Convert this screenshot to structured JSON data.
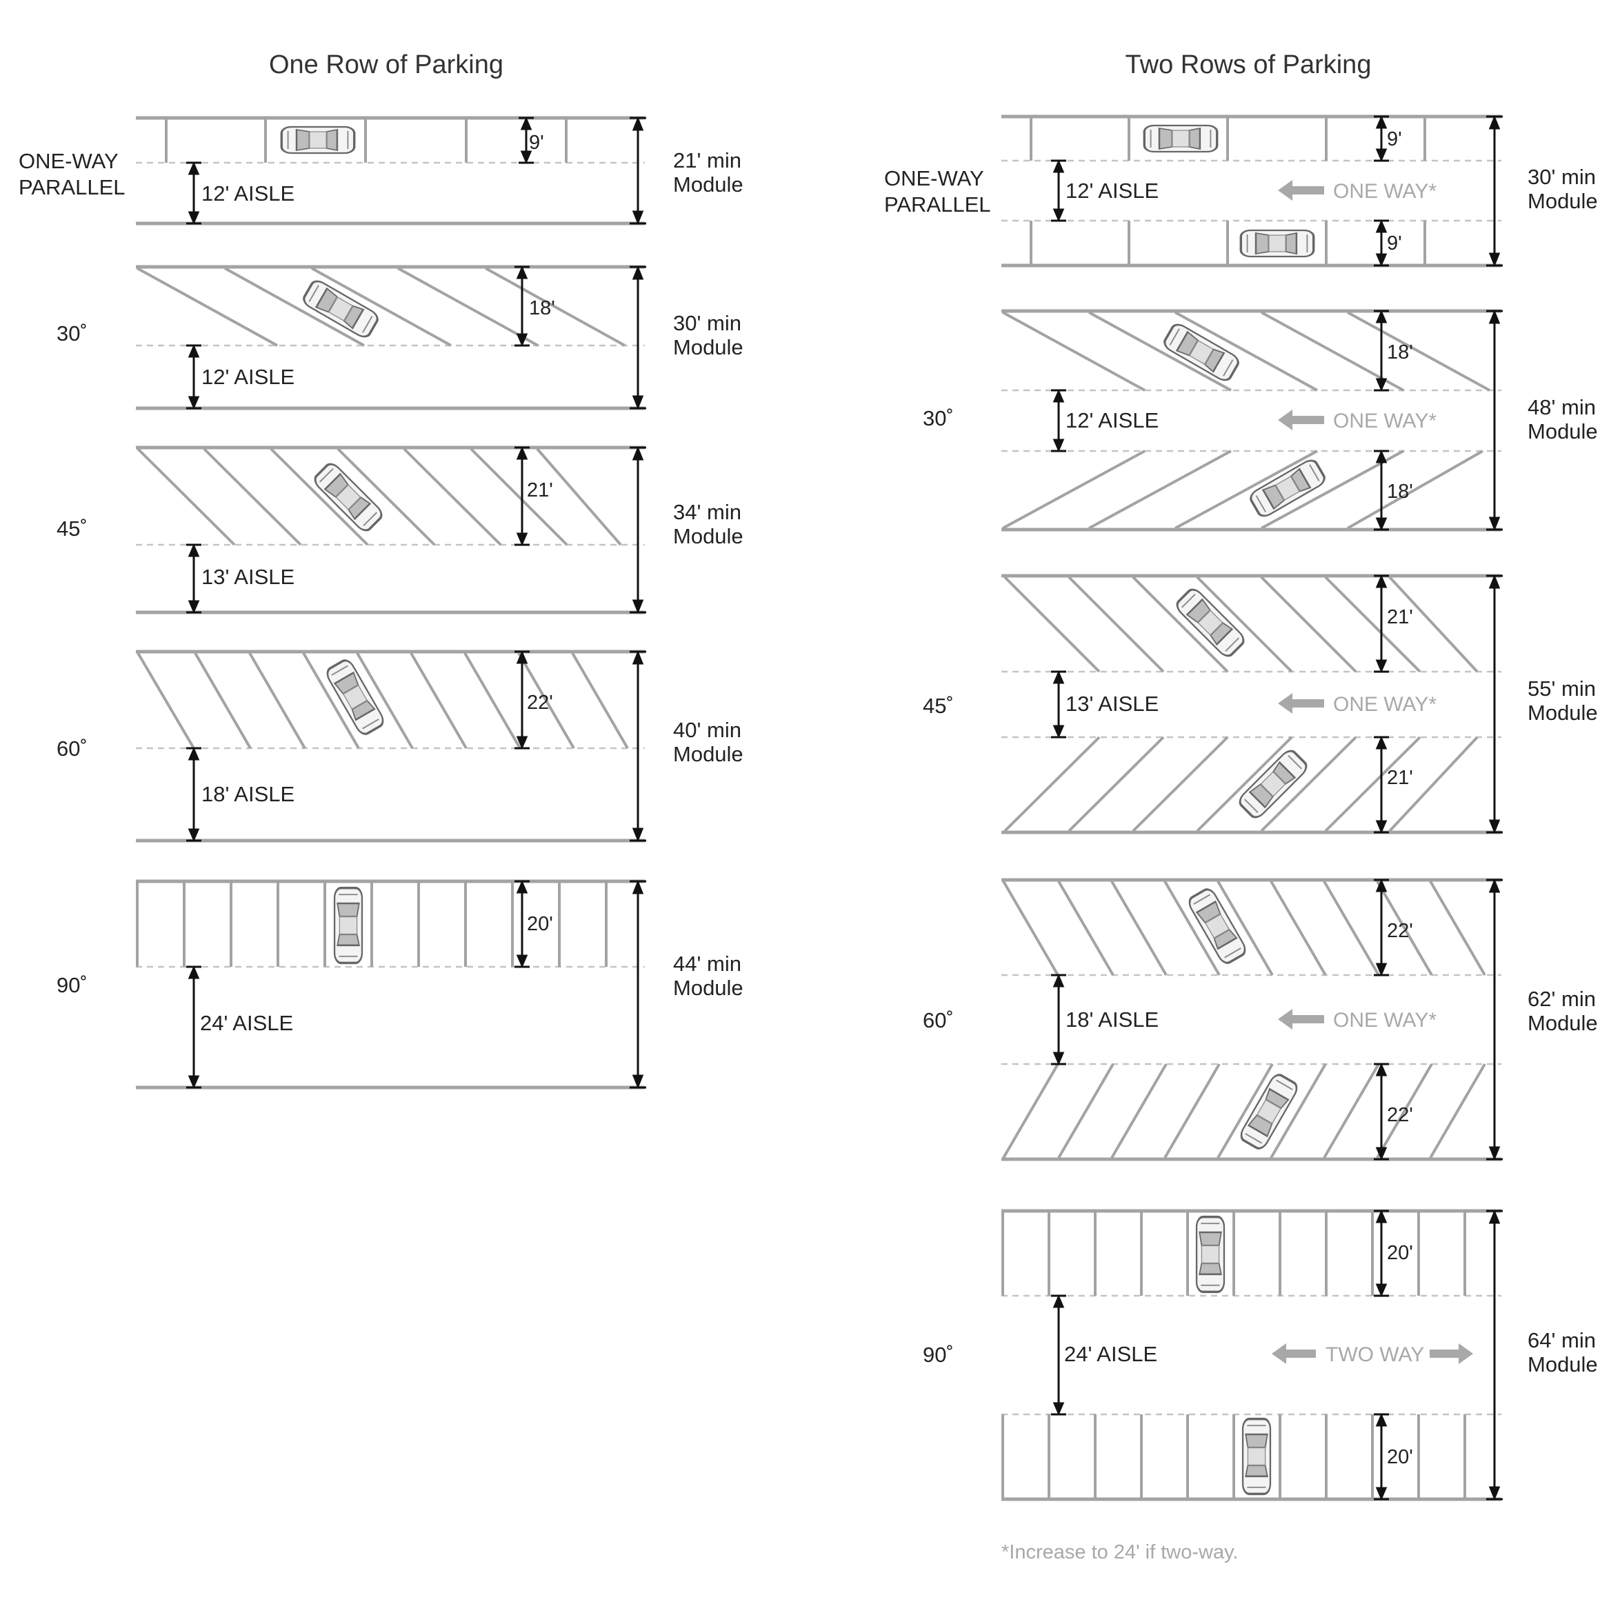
{
  "titles": {
    "one_row": "One Row of Parking",
    "two_rows": "Two Rows of Parking"
  },
  "one_row": [
    {
      "angle_label": "ONE-WAY\nPARALLEL",
      "stall": "9'",
      "aisle": "12' AISLE",
      "module_value": "21' min",
      "module_word": "Module"
    },
    {
      "angle_label": "30˚",
      "stall": "18'",
      "aisle": "12' AISLE",
      "module_value": "30' min",
      "module_word": "Module"
    },
    {
      "angle_label": "45˚",
      "stall": "21'",
      "aisle": "13' AISLE",
      "module_value": "34' min",
      "module_word": "Module"
    },
    {
      "angle_label": "60˚",
      "stall": "22'",
      "aisle": "18' AISLE",
      "module_value": "40' min",
      "module_word": "Module"
    },
    {
      "angle_label": "90˚",
      "stall": "20'",
      "aisle": "24' AISLE",
      "module_value": "44' min",
      "module_word": "Module"
    }
  ],
  "two_rows": [
    {
      "angle_label": "ONE-WAY\nPARALLEL",
      "stall_top": "9'",
      "stall_bottom": "9'",
      "aisle": "12' AISLE",
      "flow": "ONE WAY*",
      "module_value": "30' min",
      "module_word": "Module"
    },
    {
      "angle_label": "30˚",
      "stall_top": "18'",
      "stall_bottom": "18'",
      "aisle": "12' AISLE",
      "flow": "ONE WAY*",
      "module_value": "48' min",
      "module_word": "Module"
    },
    {
      "angle_label": "45˚",
      "stall_top": "21'",
      "stall_bottom": "21'",
      "aisle": "13' AISLE",
      "flow": "ONE WAY*",
      "module_value": "55' min",
      "module_word": "Module"
    },
    {
      "angle_label": "60˚",
      "stall_top": "22'",
      "stall_bottom": "22'",
      "aisle": "18' AISLE",
      "flow": "ONE WAY*",
      "module_value": "62' min",
      "module_word": "Module"
    },
    {
      "angle_label": "90˚",
      "stall_top": "20'",
      "stall_bottom": "20'",
      "aisle": "24' AISLE",
      "flow": "TWO WAY",
      "module_value": "64' min",
      "module_word": "Module"
    }
  ],
  "footnote": "*Increase to 24' if two-way.",
  "colors": {
    "stripe": "#a3a3a3",
    "dimension": "#111111",
    "dashed": "#c4c4c4",
    "flow_arrow": "#a8a8a8"
  }
}
